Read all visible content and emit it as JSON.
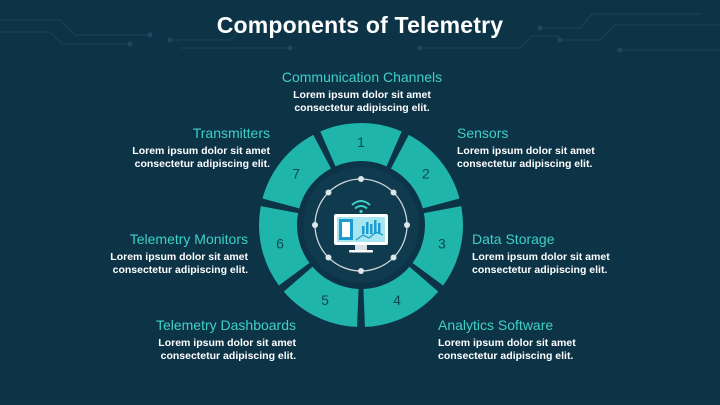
{
  "title": "Components of Telemetry",
  "colors": {
    "background": "#0d3347",
    "accent": "#3fd1c5",
    "segment": "#1fb5aa",
    "segment_text": "#0f4a52",
    "ring_inner": "#103a4d"
  },
  "center_icon": "monitor-with-wifi-chart-icon",
  "segments": [
    {
      "number": "1",
      "title": "Communication Channels",
      "text_line1": "Lorem ipsum dolor sit amet",
      "text_line2": "consectetur adipiscing elit."
    },
    {
      "number": "2",
      "title": "Sensors",
      "text_line1": "Lorem ipsum dolor sit amet",
      "text_line2": "consectetur adipiscing elit."
    },
    {
      "number": "3",
      "title": "Data Storage",
      "text_line1": "Lorem ipsum dolor sit amet",
      "text_line2": "consectetur adipiscing elit."
    },
    {
      "number": "4",
      "title": "Analytics Software",
      "text_line1": "Lorem ipsum dolor sit amet",
      "text_line2": "consectetur adipiscing elit."
    },
    {
      "number": "5",
      "title": "Telemetry Dashboards",
      "text_line1": "Lorem ipsum dolor sit amet",
      "text_line2": "consectetur adipiscing elit."
    },
    {
      "number": "6",
      "title": "Telemetry Monitors",
      "text_line1": "Lorem ipsum dolor sit amet",
      "text_line2": "consectetur adipiscing elit."
    },
    {
      "number": "7",
      "title": "Transmitters",
      "text_line1": "Lorem ipsum dolor sit amet",
      "text_line2": "consectetur adipiscing elit."
    }
  ]
}
